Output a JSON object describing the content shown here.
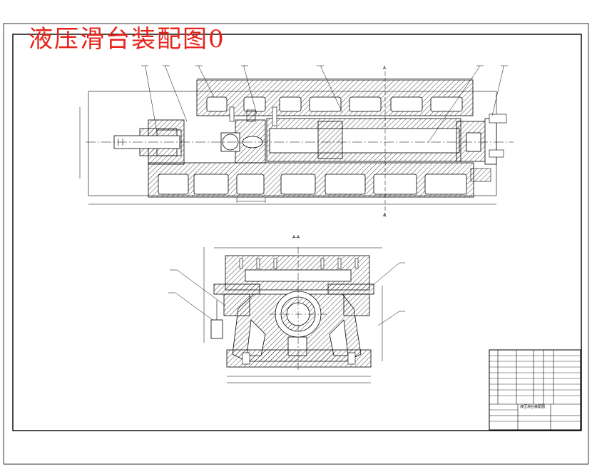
{
  "drawing": {
    "title": "液压滑台装配图0",
    "section_label_top": "A",
    "section_label_bottom": "A",
    "section_view_title": "A-A",
    "title_block_name": "液压滑台装配图"
  },
  "colors": {
    "title": "#e8221a",
    "line": "#000000",
    "hatch": "#000000",
    "background": "#ffffff"
  }
}
